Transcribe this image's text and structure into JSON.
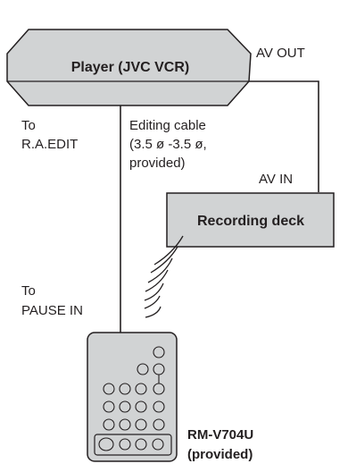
{
  "player": {
    "label": "Player (JVC VCR)"
  },
  "recorder": {
    "label": "Recording deck"
  },
  "labels": {
    "av_out": "AV OUT",
    "av_in": "AV IN",
    "to_ra_edit_1": "To",
    "to_ra_edit_2": "R.A.EDIT",
    "cable_1": "Editing cable",
    "cable_2": "(3.5 ø -3.5 ø,",
    "cable_3": "provided)",
    "to_pause_1": "To",
    "to_pause_2": "PAUSE IN"
  },
  "remote": {
    "model": "RM-V704U",
    "note": "(provided)"
  },
  "colors": {
    "box_fill": "#d1d3d4",
    "stroke": "#231f20"
  }
}
